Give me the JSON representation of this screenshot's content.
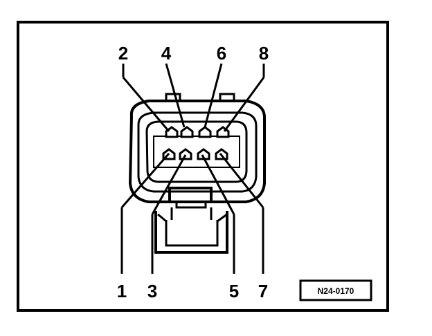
{
  "diagram": {
    "pins_top": [
      {
        "id": "2",
        "label": "2"
      },
      {
        "id": "4",
        "label": "4"
      },
      {
        "id": "6",
        "label": "6"
      },
      {
        "id": "8",
        "label": "8"
      }
    ],
    "pins_bottom": [
      {
        "id": "1",
        "label": "1"
      },
      {
        "id": "3",
        "label": "3"
      },
      {
        "id": "5",
        "label": "5"
      },
      {
        "id": "7",
        "label": "7"
      }
    ],
    "reference_code": "N24-0170",
    "colors": {
      "ink": "#000000",
      "paper": "#ffffff"
    }
  }
}
